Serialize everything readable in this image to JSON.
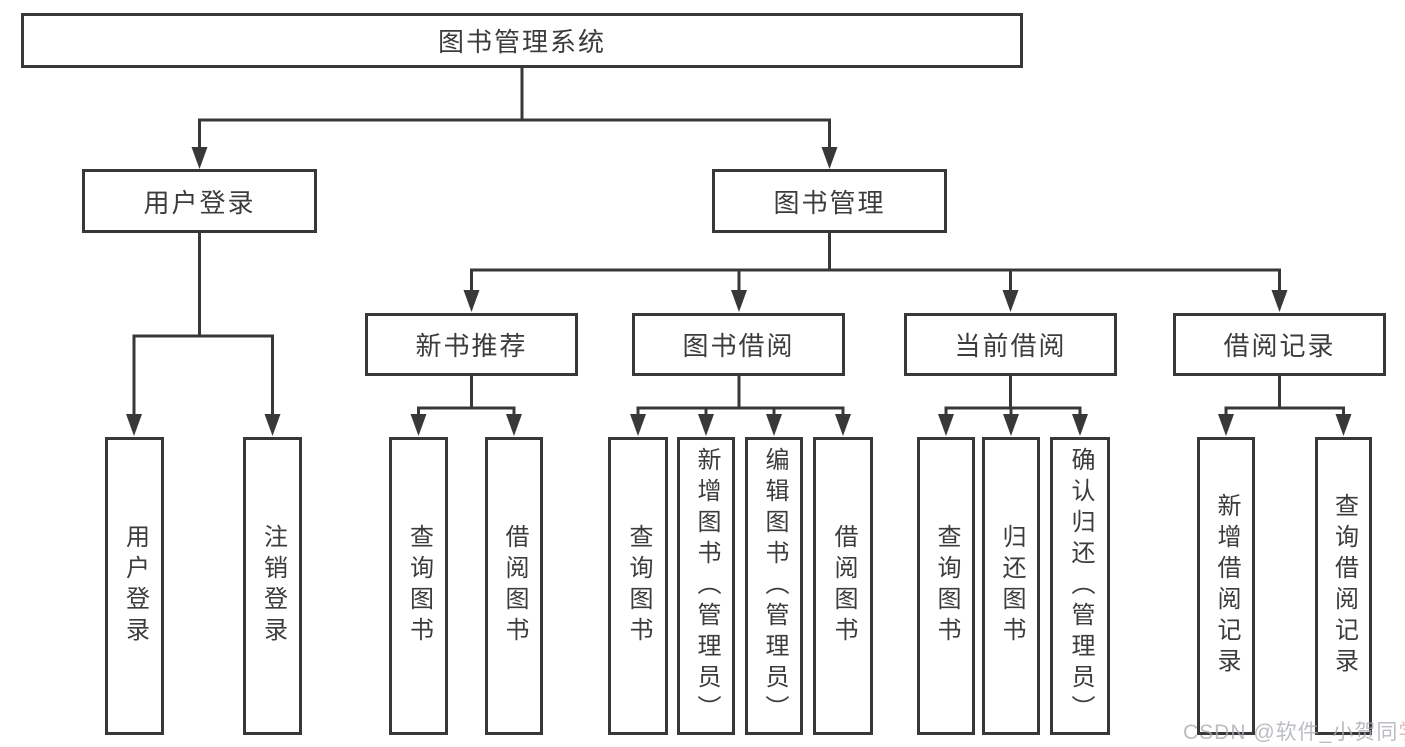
{
  "nodes": {
    "root": "图书管理系统",
    "user_login": "用户登录",
    "book_management": "图书管理",
    "new_book_recommend": "新书推荐",
    "book_borrow": "图书借阅",
    "current_borrow": "当前借阅",
    "borrow_records": "借阅记录"
  },
  "leaves": {
    "user_login": [
      "用户登录",
      "注销登录"
    ],
    "new_book_recommend": [
      "查询图书",
      "借阅图书"
    ],
    "book_borrow": [
      "查询图书",
      "新增图书（管理员）",
      "编辑图书（管理员）",
      "借阅图书"
    ],
    "current_borrow": [
      "查询图书",
      "归还图书",
      "确认归还（管理员）"
    ],
    "borrow_records": [
      "新增借阅记录",
      "查询借阅记录"
    ]
  },
  "watermark": {
    "gray_part": "CSDN @软件_小贺同",
    "red_part": "学"
  },
  "colors": {
    "line": "#383838",
    "text": "#3c3c3c",
    "background": "#ffffff",
    "watermark_gray": "#a9adb3",
    "watermark_red": "#dfa9ad"
  }
}
